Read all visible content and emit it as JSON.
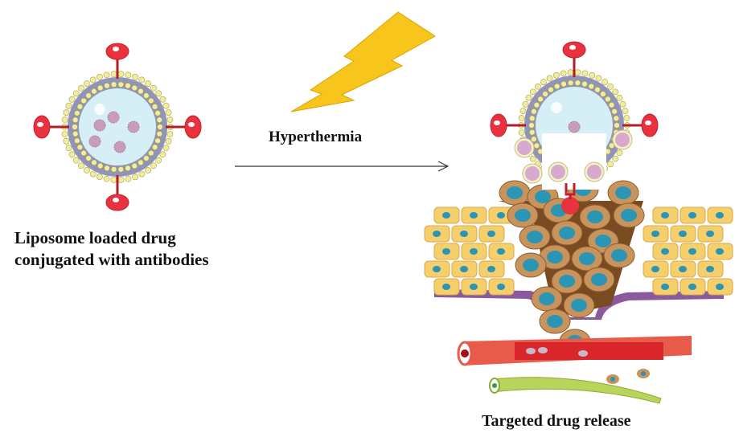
{
  "labels": {
    "liposome_line1": "Liposome loaded drug",
    "liposome_line2": "conjugated with antibodies",
    "stimulus": "Hyperthermia",
    "outcome": "Targeted drug release"
  },
  "colors": {
    "bead": "#f3ec9a",
    "membrane": "#8f94b8",
    "core": "#d6eef5",
    "antibody": "#e8323f",
    "drug": "#c99bc0",
    "bolt": "#f7c51b",
    "healthy_cell": "#f6cf6d",
    "tumor_cell": "#c9935c",
    "nucleus": "#2a95b5",
    "vessel": "#d8262a",
    "lymph": "#b8d45a",
    "basement": "#8b5a9c"
  }
}
